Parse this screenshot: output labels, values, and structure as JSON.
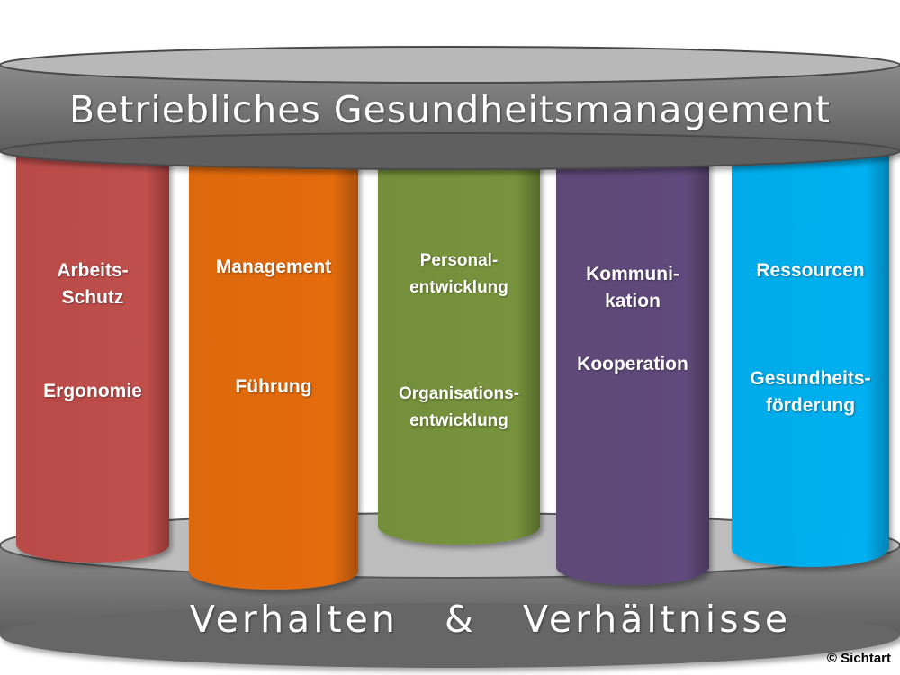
{
  "roof": {
    "title": "Betriebliches Gesundheitsmanagement"
  },
  "base": {
    "title": "Verhalten   &   Verhältnisse"
  },
  "pillars": [
    {
      "color": "#c0504d",
      "line1": "Arbeits-",
      "line2": "Schutz",
      "line3": "Ergonomie",
      "line4": ""
    },
    {
      "color": "#e46c0a",
      "line1": "Management",
      "line2": "",
      "line3": "Führung",
      "line4": ""
    },
    {
      "color": "#77933c",
      "line1": "Personal-",
      "line2": "entwicklung",
      "line3": "Organisations-",
      "line4": "entwicklung"
    },
    {
      "color": "#604a7b",
      "line1": "Kommuni-",
      "line2": "kation",
      "line3": "Kooperation",
      "line4": ""
    },
    {
      "color": "#00b0f0",
      "line1": "Ressourcen",
      "line2": "",
      "line3": "Gesundheits-",
      "line4": "förderung"
    }
  ],
  "copyright": "© Sichtart"
}
